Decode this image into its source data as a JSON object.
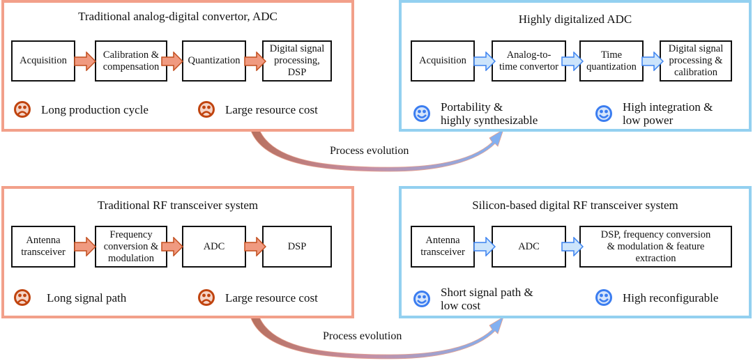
{
  "colors": {
    "traditional_border": "#f2a08a",
    "digital_border": "#93d0f0",
    "traditional_arrow_fill": "#f09a80",
    "traditional_arrow_stroke": "#c24e1e",
    "digital_arrow_fill": "#cce4fb",
    "digital_arrow_stroke": "#3b82f0",
    "sad_face": "#c0440f",
    "happy_face": "#3b7df0"
  },
  "panels": {
    "adc_traditional": {
      "title": "Traditional analog-digital convertor, ADC",
      "stages": [
        "Acquisition",
        "Calibration &\ncompensation",
        "Quantization",
        "Digital signal\nprocessing,\nDSP"
      ],
      "notes": [
        {
          "icon": "sad-face-icon",
          "text": "Long production cycle"
        },
        {
          "icon": "sad-face-icon",
          "text": "Large resource cost"
        }
      ]
    },
    "adc_digital": {
      "title": "Highly digitalized ADC",
      "stages": [
        "Acquisition",
        "Analog-to-\ntime convertor",
        "Time\nquantization",
        "Digital signal\nprocessing &\ncalibration"
      ],
      "notes": [
        {
          "icon": "happy-face-icon",
          "text": "Portability &\nhighly synthesizable"
        },
        {
          "icon": "happy-face-icon",
          "text": "High integration &\nlow power"
        }
      ]
    },
    "rf_traditional": {
      "title": "Traditional RF transceiver system",
      "stages": [
        "Antenna\ntransceiver",
        "Frequency\nconversion &\nmodulation",
        "ADC",
        "DSP"
      ],
      "notes": [
        {
          "icon": "sad-face-icon",
          "text": "Long signal path"
        },
        {
          "icon": "sad-face-icon",
          "text": "Large resource cost"
        }
      ]
    },
    "rf_digital": {
      "title": "Silicon-based digital RF transceiver system",
      "stages": [
        "Antenna\ntransceiver",
        "ADC",
        "DSP, frequency conversion\n& modulation & feature\nextraction"
      ],
      "notes": [
        {
          "icon": "happy-face-icon",
          "text": "Short signal path &\nlow cost"
        },
        {
          "icon": "happy-face-icon",
          "text": "High reconfigurable"
        }
      ]
    }
  },
  "transitions": {
    "top": "Process evolution",
    "bottom": "Process evolution"
  }
}
